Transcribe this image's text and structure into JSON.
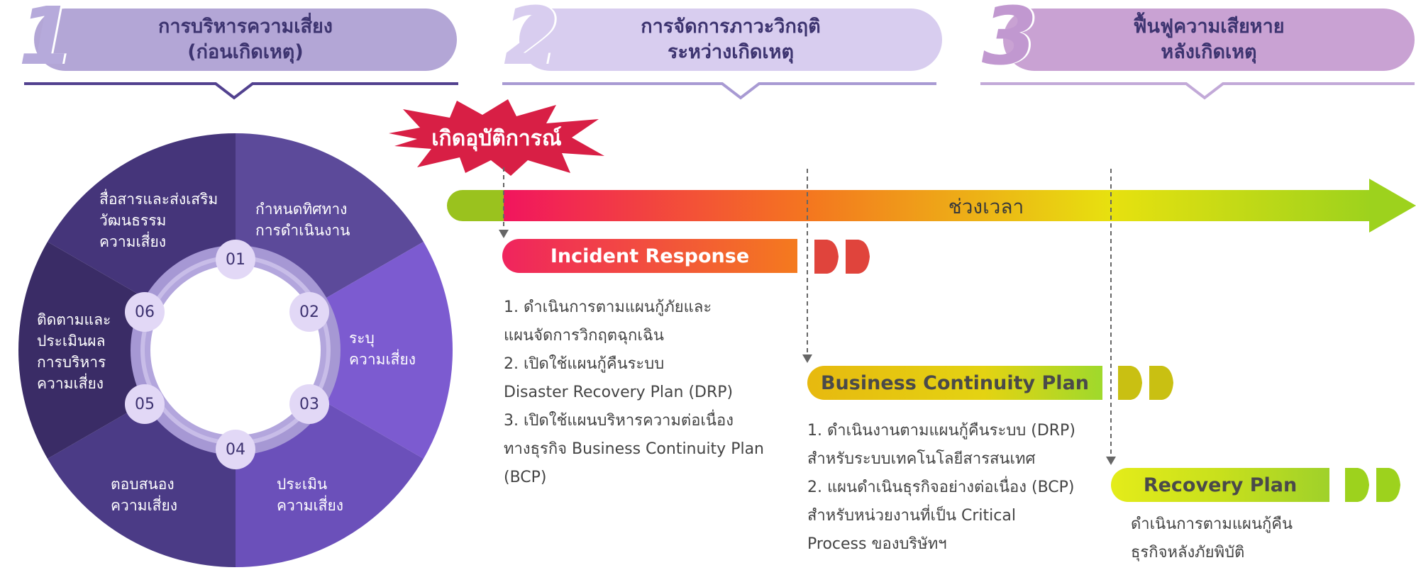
{
  "phases": [
    {
      "number": "1",
      "title": "การบริหารความเสี่ยง\n(ก่อนเกิดเหตุ)",
      "color": "#b3a6d6",
      "underline": "#52418f"
    },
    {
      "number": "2",
      "title": "การจัดการภาวะวิกฤติ\nระหว่างเกิดเหตุ",
      "color": "#d8cdef",
      "underline": "#a89ad3"
    },
    {
      "number": "3",
      "title": "ฟื้นฟูความเสียหาย\nหลังเกิดเหตุ",
      "color": "#c9a2d3",
      "underline": "#c2a9d8"
    }
  ],
  "wheel": {
    "segments": [
      {
        "number": "01",
        "label": "กำหนดทิศทาง\nการดำเนินงาน",
        "color": "#5c4a9a"
      },
      {
        "number": "02",
        "label": "ระบุ\nความเสี่ยง",
        "color": "#7c5bd0"
      },
      {
        "number": "03",
        "label": "ประเมิน\nความเสี่ยง",
        "color": "#6b50ba"
      },
      {
        "number": "04",
        "label": "ตอบสนอง\nความเสี่ยง",
        "color": "#4b3b86"
      },
      {
        "number": "05",
        "label": "ติดตามและ\nประเมินผล\nการบริหาร\nความเสี่ยง",
        "color": "#3a2c66"
      },
      {
        "number": "06",
        "label": "สื่อสารและส่งเสริม\nวัฒนธรรม\nความเสี่ยง",
        "color": "#45357a"
      }
    ]
  },
  "incident": {
    "label": "เกิดอุบัติการณ์",
    "color": "#d81f45"
  },
  "timeline": {
    "label": "ช่วงเวลา"
  },
  "stages": [
    {
      "title": "Incident Response",
      "gradient": [
        "#f0245e",
        "#f47a1e"
      ],
      "text_color": "#ffffff",
      "chevron_color": "#e0443c",
      "items": [
        "1. ดำเนินการตามแผนกู้ภัยและ\n    แผนจัดการวิกฤตฉุกเฉิน",
        "2. เปิดใช้แผนกู้คืนระบบ\n     Disaster Recovery Plan (DRP)",
        "3. เปิดใช้แผนบริหารความต่อเนื่อง\n    ทางธุรกิจ Business Continuity Plan\n    (BCP)"
      ]
    },
    {
      "title": "Business Continuity Plan",
      "gradient": [
        "#e7b90f",
        "#9fd92c"
      ],
      "text_color": "#4a4a4a",
      "chevron_color": "#c9c012",
      "items": [
        "1. ดำเนินงานตามแผนกู้คืนระบบ (DRP)\n    สำหรับระบบเทคโนโลยีสารสนเทศ",
        "2. แผนดำเนินธุรกิจอย่างต่อเนื่อง (BCP)\n    สำหรับหน่วยงานที่เป็น Critical\n    Process ของบริษัทฯ"
      ]
    },
    {
      "title": "Recovery Plan",
      "gradient": [
        "#e4ec1a",
        "#9fd12a"
      ],
      "text_color": "#4a4a4a",
      "chevron_color": "#9dd21d",
      "items": [
        "ดำเนินการตามแผนกู้คืน\nธุรกิจหลังภัยพิบัติ"
      ]
    }
  ]
}
